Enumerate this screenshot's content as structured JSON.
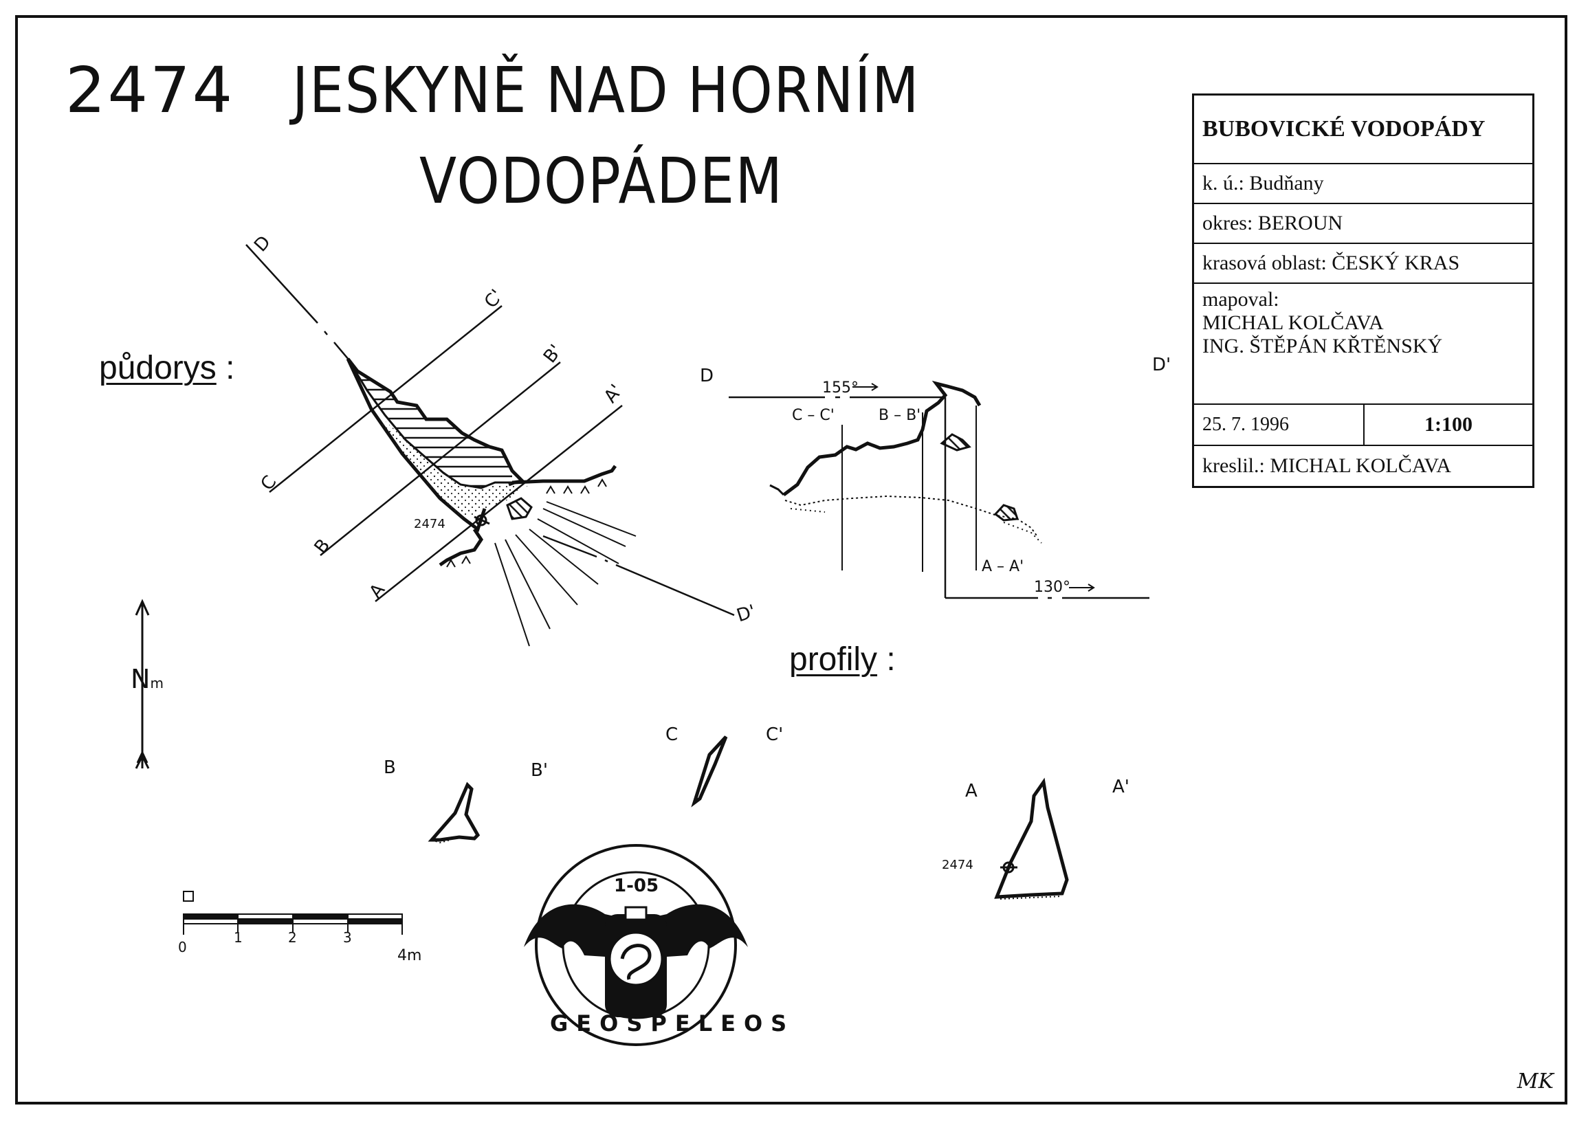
{
  "header": {
    "cave_number": "2474",
    "title_line1": "JESKYNĚ NAD HORNÍM",
    "title_line2": "VODOPÁDEM"
  },
  "sections": {
    "plan_label": "půdorys",
    "profiles_label": "profily",
    "label_suffix": ":"
  },
  "info_table": {
    "heading": "BUBOVICKÉ VODOPÁDY",
    "cadastral": "k. ú.: Budňany",
    "district": "okres: BEROUN",
    "karst_area": "krasová oblast: ČESKÝ KRAS",
    "mapped_label": "mapoval:",
    "mapper_1": "MICHAL KOLČAVA",
    "mapper_2": "ING. ŠTĚPÁN KŘTĚNSKÝ",
    "date": "25. 7. 1996",
    "scale": "1:100",
    "drawn_by": "kreslil.: MICHAL KOLČAVA"
  },
  "plan": {
    "section_D": "D",
    "section_C": "C",
    "section_C_prime": "C'",
    "section_B": "B",
    "section_B_prime": "B'",
    "section_A": "A",
    "section_A_prime": "A'",
    "section_D_prime": "D'",
    "entrance_id": "2474"
  },
  "long_profile": {
    "label_D": "D",
    "label_D_prime": "D'",
    "bearing_top": "155°",
    "bearing_bottom": "130°",
    "cut_CC": "C – C'",
    "cut_BB": "B – B'",
    "cut_AA": "A – A'"
  },
  "cross_sections": {
    "B": "B",
    "B_prime": "B'",
    "C": "C",
    "C_prime": "C'",
    "A": "A",
    "A_prime": "A'",
    "entrance_id": "2474"
  },
  "north_arrow": {
    "label": "N",
    "subscript": "m"
  },
  "scale_bar": {
    "ticks": [
      "0",
      "1",
      "2",
      "3",
      "4m"
    ]
  },
  "logo": {
    "code": "1-05",
    "name": "GEOSPELEOS"
  },
  "signature": "MK"
}
